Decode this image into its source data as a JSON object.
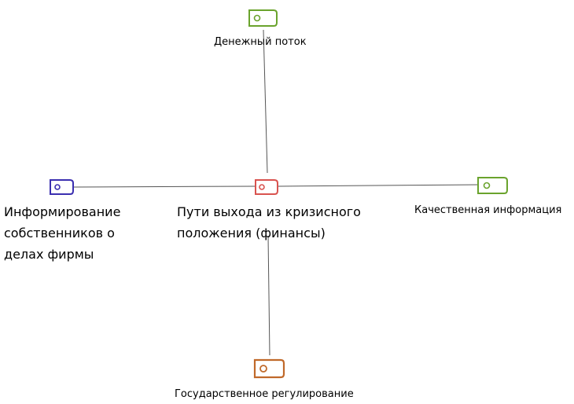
{
  "diagram": {
    "center": {
      "label_lines": [
        "Пути выхода из кризисного",
        "положения (финансы)"
      ],
      "color": "#d9534f"
    },
    "nodes": [
      {
        "id": "top",
        "label_lines": [
          "Денежный поток"
        ],
        "color": "#6aa32d"
      },
      {
        "id": "left",
        "label_lines": [
          "Информирование",
          "собственников о",
          "делах фирмы"
        ],
        "color": "#3b2fb0"
      },
      {
        "id": "right",
        "label_lines": [
          "Качественная информация"
        ],
        "color": "#6aa32d"
      },
      {
        "id": "bottom",
        "label_lines": [
          "Государственное регулирование"
        ],
        "color": "#c0692a"
      }
    ],
    "line_color": "#555555"
  }
}
